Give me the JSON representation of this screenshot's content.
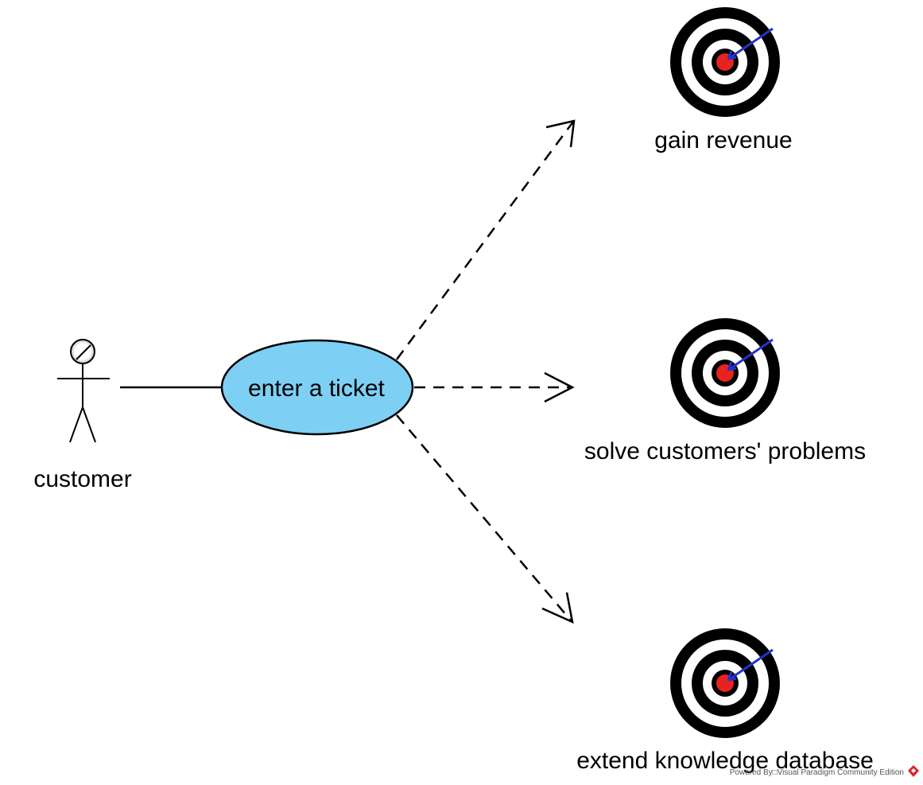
{
  "actor": {
    "name": "customer"
  },
  "use_case": {
    "label": "enter a ticket",
    "fill_color": "#7ecff4"
  },
  "goals": [
    {
      "label": "gain revenue",
      "icon": "target-icon"
    },
    {
      "label": "solve customers' problems",
      "icon": "target-icon"
    },
    {
      "label": "extend knowledge database",
      "icon": "target-icon"
    }
  ],
  "watermark": {
    "text": "Powered By□Visual Paradigm Community Edition",
    "icon": "visual-paradigm-logo-icon"
  },
  "colors": {
    "target_ring": "#000000",
    "target_center": "#e8231f",
    "arrow": "#2233cc"
  }
}
